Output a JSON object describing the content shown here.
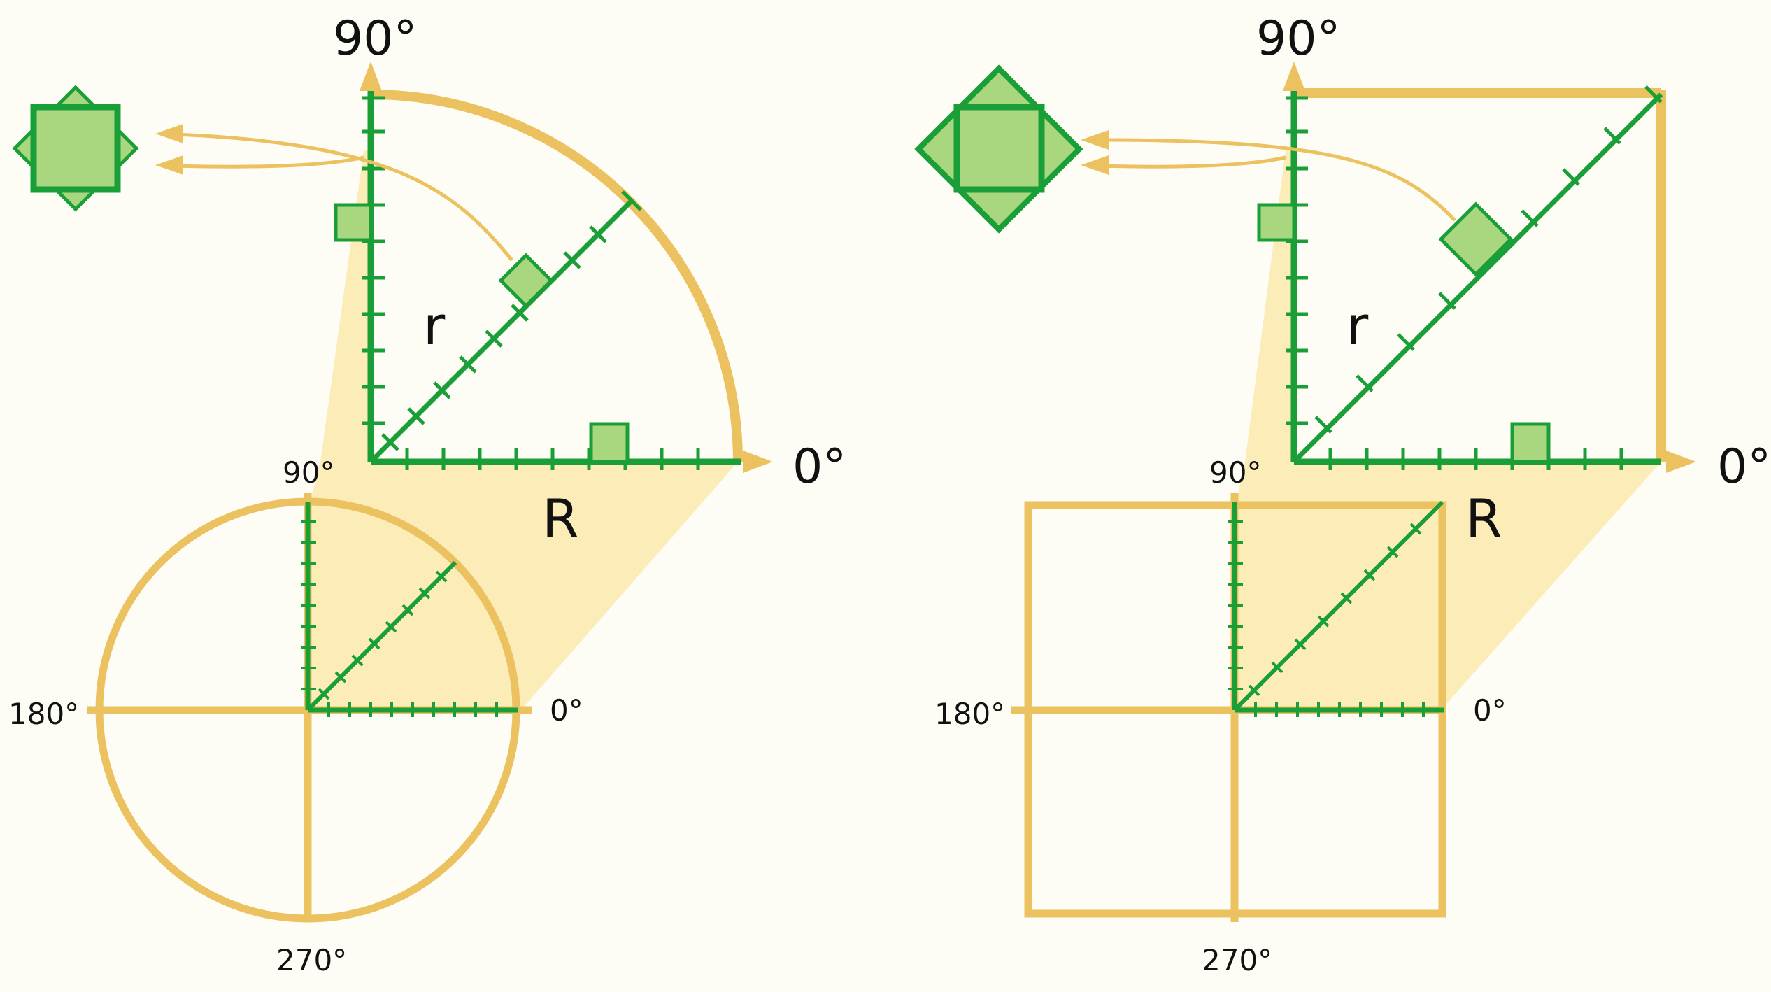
{
  "colors": {
    "background": "#fefdf5",
    "gold": "#ebc25f",
    "gold_fill": "#fbecb8",
    "green": "#1a9e38",
    "green_fill": "#a8d77f"
  },
  "left_panel": {
    "zoom_label_top": "90°",
    "zoom_label_right": "0°",
    "radius_inner": "r",
    "radius_outer": "R",
    "circle_label_90": "90°",
    "circle_label_0": "0°",
    "circle_label_180": "180°",
    "circle_label_270": "270°"
  },
  "right_panel": {
    "zoom_label_top": "90°",
    "zoom_label_right": "0°",
    "radius_inner": "r",
    "radius_outer": "R",
    "square_label_90": "90°",
    "square_label_0": "0°",
    "square_label_180": "180°",
    "square_label_270": "270°"
  }
}
